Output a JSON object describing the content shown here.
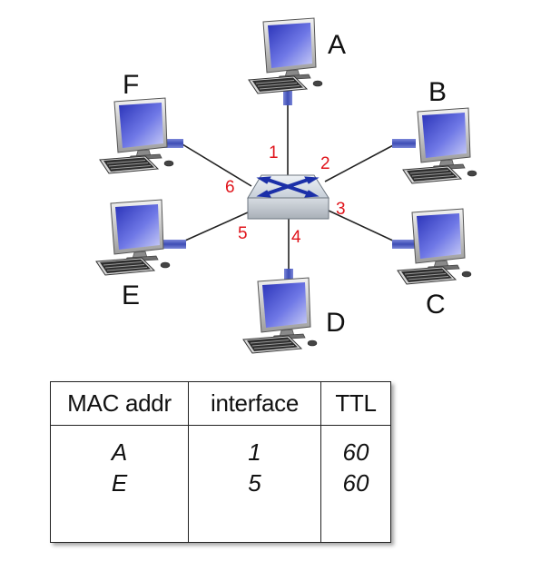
{
  "hosts": [
    {
      "id": "A",
      "label": "A"
    },
    {
      "id": "B",
      "label": "B"
    },
    {
      "id": "C",
      "label": "C"
    },
    {
      "id": "D",
      "label": "D"
    },
    {
      "id": "E",
      "label": "E"
    },
    {
      "id": "F",
      "label": "F"
    }
  ],
  "ports": [
    "1",
    "2",
    "3",
    "4",
    "5",
    "6"
  ],
  "table": {
    "headers": [
      "MAC addr",
      "interface",
      "TTL"
    ],
    "rows": [
      {
        "mac": "A",
        "interface": "1",
        "ttl": "60"
      },
      {
        "mac": "E",
        "interface": "5",
        "ttl": "60"
      }
    ]
  },
  "colors": {
    "port_label": "#e0141b",
    "switch_arrows": "#1b2fa8",
    "screen": "#5860d8",
    "connector": "#4a5ab8"
  }
}
